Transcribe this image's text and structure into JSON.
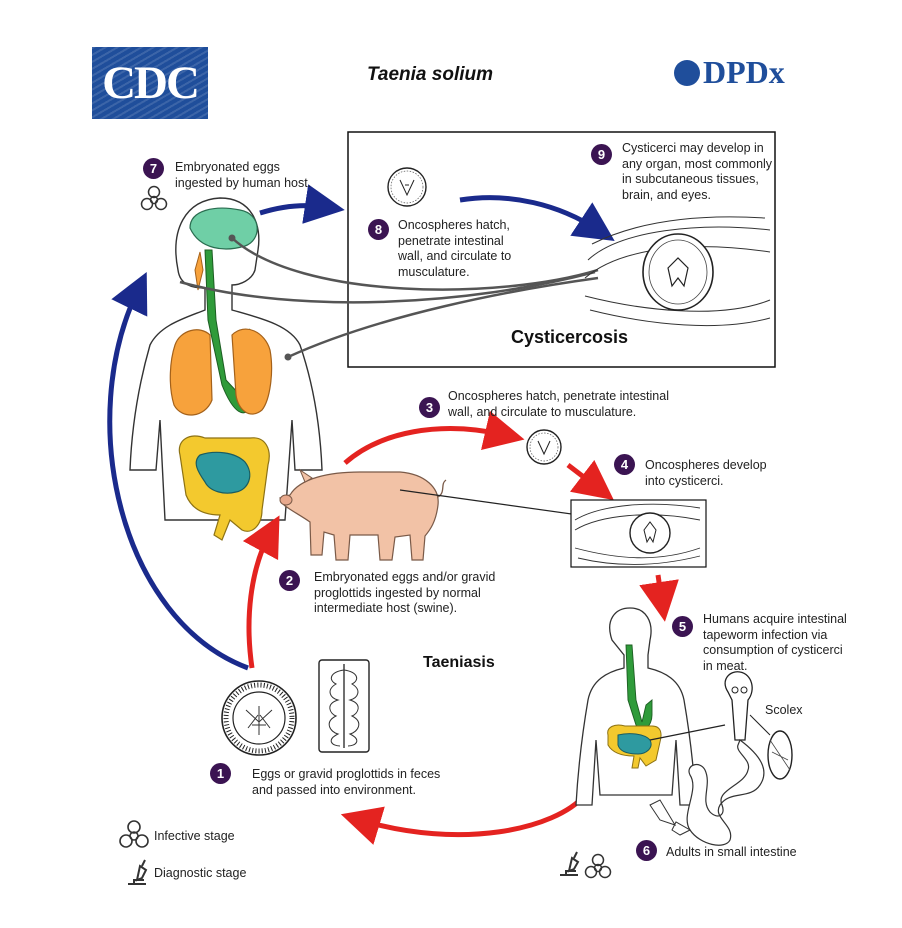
{
  "header": {
    "title": "Taenia solium",
    "cdc_logo": "CDC",
    "dpdx_logo": "DPDx"
  },
  "labels": {
    "cysticercosis": "Cysticercosis",
    "taeniasis": "Taeniasis",
    "scolex": "Scolex"
  },
  "steps": [
    {
      "number": "1",
      "text": [
        "Eggs or gravid proglottids in feces",
        "and passed into environment."
      ]
    },
    {
      "number": "2",
      "text": [
        "Embryonated eggs and/or gravid",
        "proglottids ingested by normal",
        "intermediate host (swine)."
      ]
    },
    {
      "number": "3",
      "text": [
        "Oncospheres hatch, penetrate intestinal",
        "wall, and circulate to musculature."
      ]
    },
    {
      "number": "4",
      "text": [
        "Oncospheres develop",
        "into cysticerci."
      ]
    },
    {
      "number": "5",
      "text": [
        "Humans acquire intestinal",
        "tapeworm infection via",
        "consumption of cysticerci",
        "in meat."
      ]
    },
    {
      "number": "6",
      "text": [
        "Adults in small intestine"
      ]
    },
    {
      "number": "7",
      "text": [
        "Embryonated eggs",
        "ingested by human host."
      ]
    },
    {
      "number": "8",
      "text": [
        "Oncospheres hatch,",
        "penetrate intestinal",
        "wall, and circulate to",
        "musculature."
      ]
    },
    {
      "number": "9",
      "text": [
        "Cysticerci may develop in",
        "any organ, most commonly",
        "in subcutaneous tissues,",
        "brain, and eyes."
      ]
    }
  ],
  "legend": {
    "infective": "Infective stage",
    "diagnostic": "Diagnostic stage"
  },
  "icons": {
    "biohazard": "biohazard-icon",
    "microscope": "microscope-icon"
  },
  "colors": {
    "red_arrow": "#e42320",
    "blue_arrow": "#1a2a8c",
    "number_badge": "#3b1452",
    "brain": "#6fcfa6",
    "lungs": "#f7a23c",
    "intestine_large": "#f3c92e",
    "intestine_small": "#2e9aa0",
    "esophagus": "#2f9b3a",
    "pig": "#f2c2a6"
  }
}
